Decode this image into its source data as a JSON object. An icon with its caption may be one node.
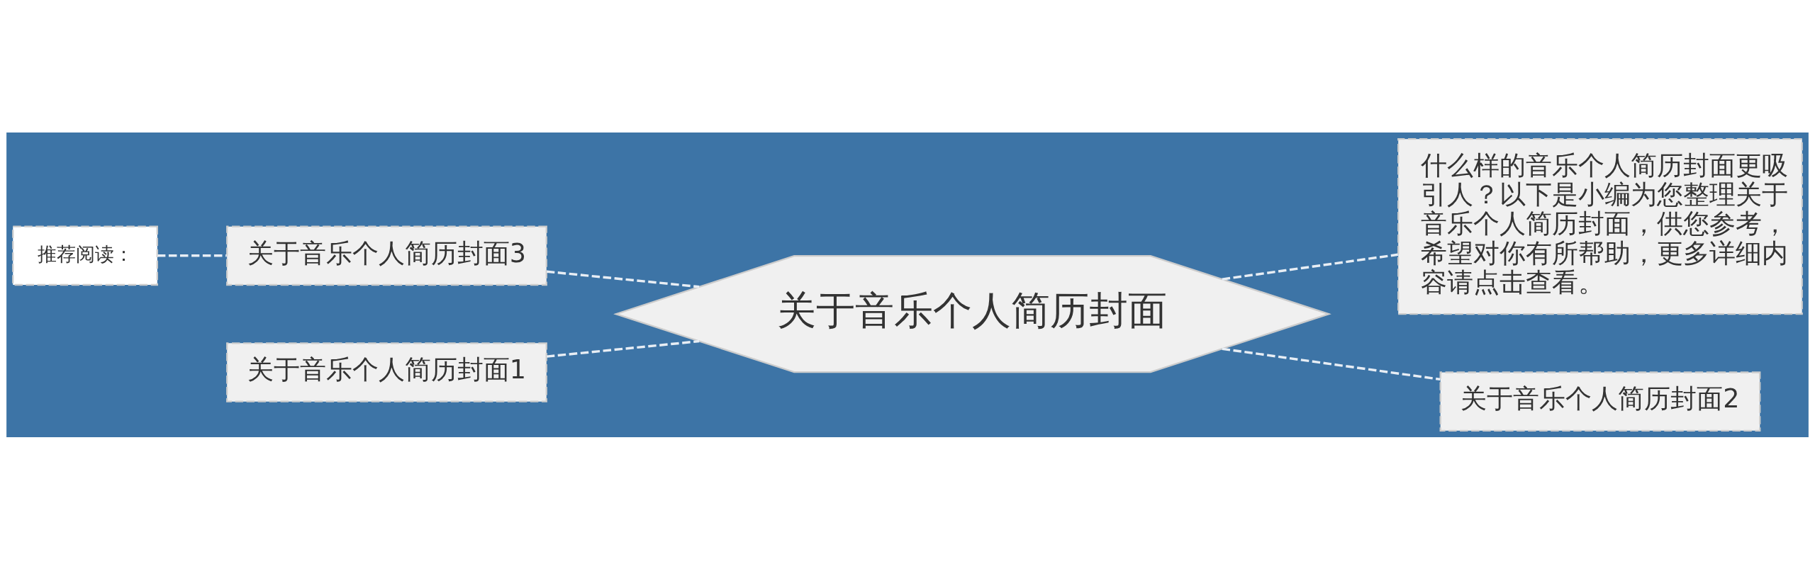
{
  "diagram": {
    "nodes": [
      {
        "text": [
          "推荐阅读："
        ]
      },
      {
        "text": [
          "关于音乐个人简历封面1"
        ]
      },
      {
        "text": [
          "关于音乐个人简历封面3"
        ]
      },
      {
        "text": [
          "关于音乐个人简历封面"
        ]
      },
      {
        "text": [
          "什么样的音乐个人简历封面更吸引人？以下是小编为您整理关于音乐个人简历封面，供您参考，希望对你有所帮助，更多详细内容请点击查看。"
        ]
      },
      {
        "text": [
          "关于音乐个人简历封面2"
        ]
      }
    ],
    "edges": [
      {
        "from": 1,
        "to": 3,
        "arrow": "none",
        "style": "dashed"
      },
      {
        "from": 2,
        "to": 3,
        "arrow": "none",
        "style": "dashed"
      },
      {
        "from": 0,
        "to": 2,
        "arrow": "none",
        "style": "dashed"
      },
      {
        "from": 3,
        "to": 4,
        "arrow": "none",
        "style": "dashed"
      },
      {
        "from": 3,
        "to": 5,
        "arrow": "none",
        "style": "dashed"
      }
    ]
  }
}
